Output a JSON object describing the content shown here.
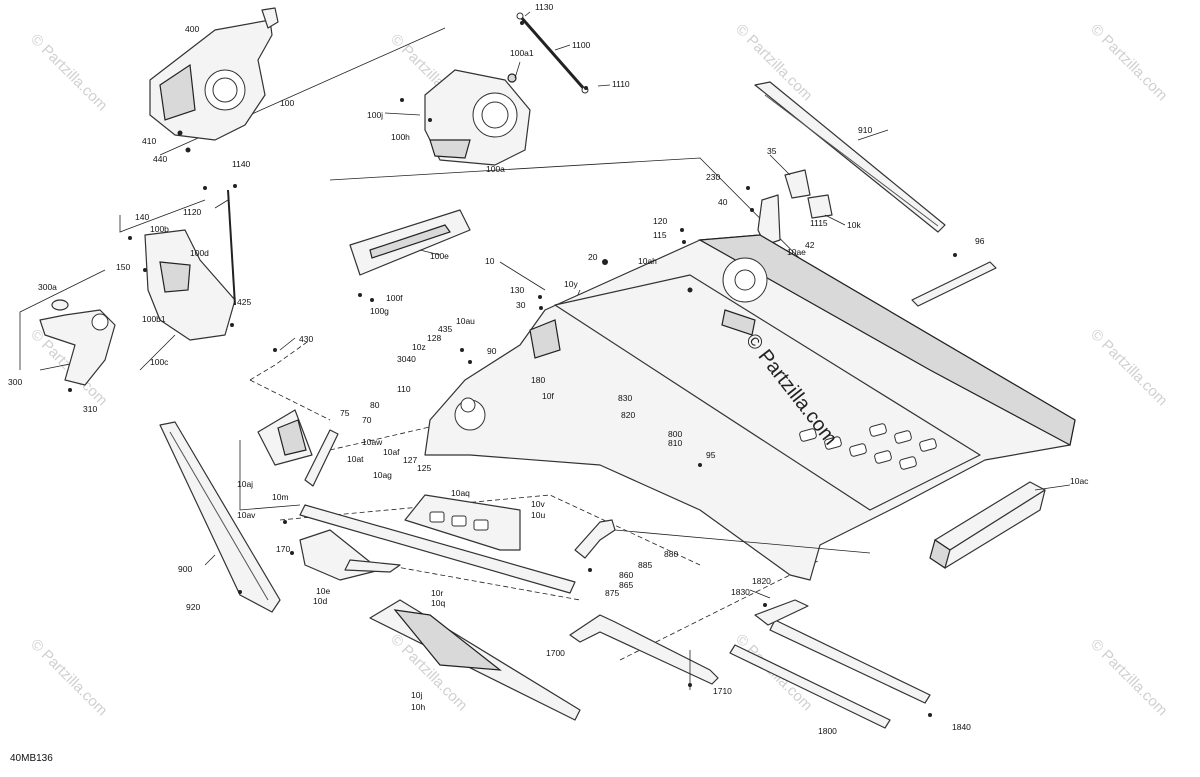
{
  "watermark_text": "© Partzilla.com",
  "diagram_code": "40MB136",
  "callouts": {
    "c400": "400",
    "c100": "100",
    "c410": "410",
    "c440": "440",
    "c1130": "1130",
    "c100a1": "100a1",
    "c1100": "1100",
    "c1110": "1110",
    "c100j": "100j",
    "c100h": "100h",
    "c100a": "100a",
    "c910": "910",
    "c35": "35",
    "c230": "230",
    "c40": "40",
    "c1115": "1115",
    "c10k": "10k",
    "c42": "42",
    "c10ae": "10ae",
    "c96": "96",
    "c120": "120",
    "c115": "115",
    "c10ah": "10ah",
    "c1140": "1140",
    "c1120": "1120",
    "c140": "140",
    "c100b": "100b",
    "c100d": "100d",
    "c150": "150",
    "c100e": "100e",
    "c100f": "100f",
    "c100g": "100g",
    "c10": "10",
    "c20": "20",
    "c10y": "10y",
    "c130": "130",
    "c30": "30",
    "c300a": "300a",
    "c100b1": "100b1",
    "c425": "425",
    "c430": "430",
    "c100c": "100c",
    "c300": "300",
    "c310": "310",
    "c435": "435",
    "c10au": "10au",
    "c128": "128",
    "c10z": "10z",
    "c3040": "3040",
    "c90": "90",
    "c180": "180",
    "c110": "110",
    "c10f": "10f",
    "c830": "830",
    "c820": "820",
    "c80": "80",
    "c70": "70",
    "c10aw": "10aw",
    "c10af": "10af",
    "c127": "127",
    "c75": "75",
    "c10at": "10at",
    "c800": "800",
    "c810": "810",
    "c95": "95",
    "c125": "125",
    "c10ag": "10ag",
    "c10aj": "10aj",
    "c10m": "10m",
    "c10aq": "10aq",
    "c10ac": "10ac",
    "c10av": "10av",
    "c10v": "10v",
    "c10u": "10u",
    "c880": "880",
    "c885": "885",
    "c860": "860",
    "c865": "865",
    "c875": "875",
    "c170": "170",
    "c900": "900",
    "c10e": "10e",
    "c10d": "10d",
    "c10r": "10r",
    "c10q": "10q",
    "c920": "920",
    "c1820": "1820",
    "c1830": "1830",
    "c1700": "1700",
    "c1710": "1710",
    "c10j": "10j",
    "c10h": "10h",
    "c1800": "1800",
    "c1840": "1840"
  }
}
